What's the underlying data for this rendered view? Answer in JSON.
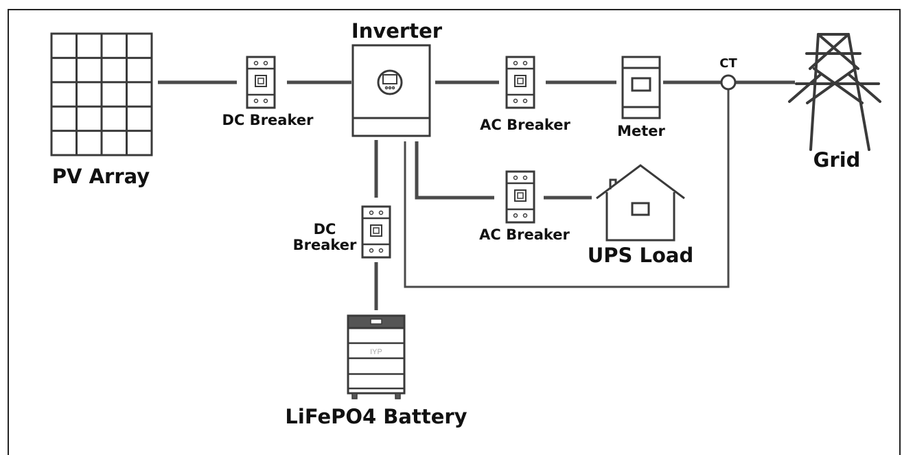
{
  "labels": {
    "inverter": "Inverter",
    "pv_array": "PV Array",
    "dc_breaker_pv": "DC Breaker",
    "ac_breaker_grid": "AC Breaker",
    "meter": "Meter",
    "ct": "CT",
    "grid": "Grid",
    "ac_breaker_load": "AC Breaker",
    "ups_load": "UPS Load",
    "dc_breaker_battery_line1": "DC",
    "dc_breaker_battery_line2": "Breaker",
    "battery": "LiFePO4 Battery",
    "battery_brand": "IYP"
  },
  "colors": {
    "line": "#4a4a4a",
    "outline": "#3a3a3a",
    "text": "#111111",
    "battery_top": "#555555"
  },
  "icons": [
    "solar-panel-icon",
    "breaker-icon",
    "inverter-icon",
    "meter-icon",
    "ct-icon",
    "grid-tower-icon",
    "house-icon",
    "battery-icon"
  ]
}
